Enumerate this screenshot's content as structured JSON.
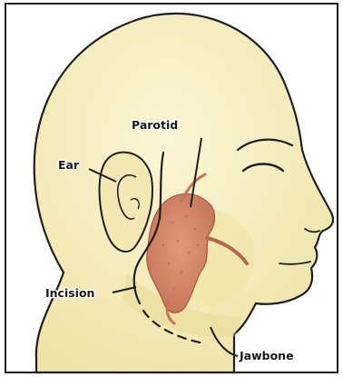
{
  "labels": {
    "parotid": "Parotid",
    "ear": "Ear",
    "incision": "Incision",
    "jawbone": "Jawbone"
  },
  "colors": {
    "skin": "#f6efc0",
    "skin_shadow": "#e8dd9a",
    "gland": "#d9866a",
    "gland_dark": "#b8654e",
    "outline": "#1f1f1f",
    "frame": "#1f1f1f"
  },
  "icons": {
    "parotid_gland": "parotid-gland-shape",
    "ear": "ear-shape",
    "head": "head-profile-shape"
  }
}
